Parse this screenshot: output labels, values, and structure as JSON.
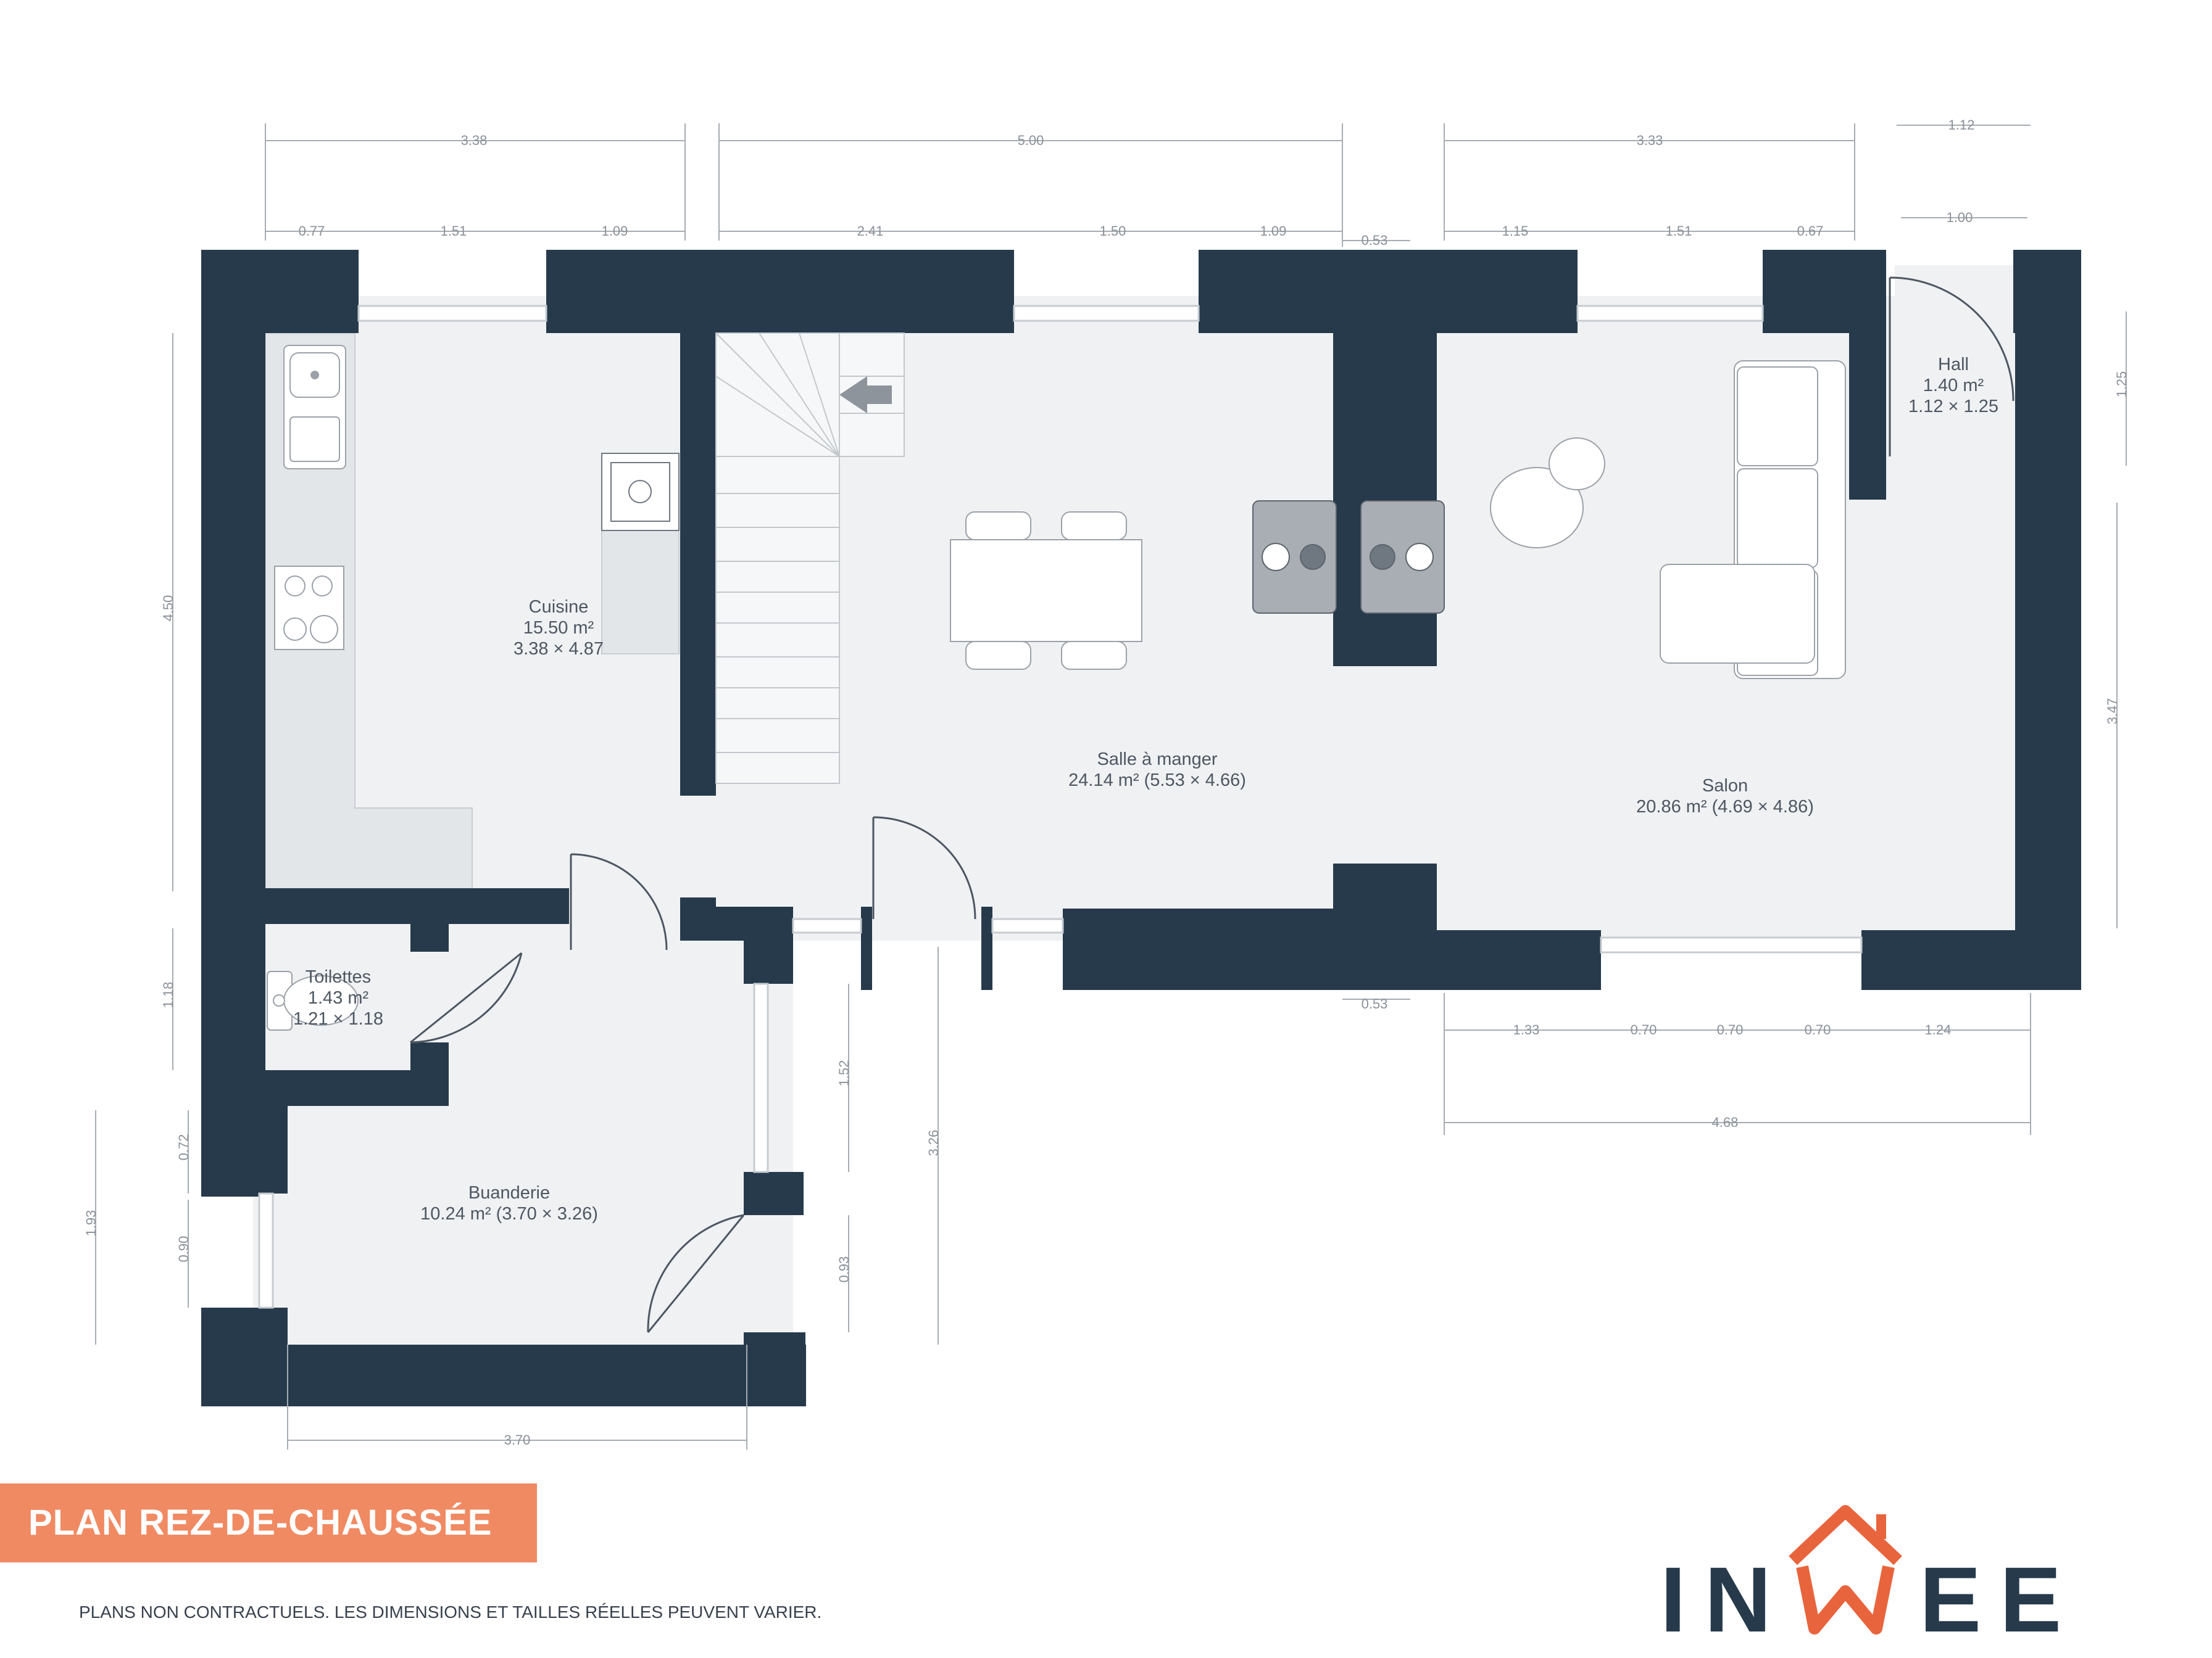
{
  "colors": {
    "wall": "#263a4b",
    "floor": "#f0f1f3",
    "accent": "#f08a63",
    "dimension": "#8a9199",
    "text": "#4d5762",
    "logo_dark": "#263a4b",
    "logo_accent": "#e8643c"
  },
  "rooms": [
    {
      "id": "cuisine",
      "name": "Cuisine",
      "area": "15.50 m²",
      "dims": "3.38 × 4.87"
    },
    {
      "id": "salle",
      "name": "Salle à manger",
      "area": "24.14 m² (5.53 × 4.66)"
    },
    {
      "id": "salon",
      "name": "Salon",
      "area": "20.86 m² (4.69 × 4.86)"
    },
    {
      "id": "hall",
      "name": "Hall",
      "area": "1.40 m²",
      "dims": "1.12 × 1.25"
    },
    {
      "id": "toilettes",
      "name": "Toilettes",
      "area": "1.43 m²",
      "dims": "1.21 × 1.18"
    },
    {
      "id": "buanderie",
      "name": "Buanderie",
      "area": "10.24 m² (3.70 × 3.26)"
    }
  ],
  "dimensions": {
    "top_overall": [
      "3.38",
      "5.00",
      "3.33",
      "1.12"
    ],
    "top_segments": [
      "0.77",
      "1.51",
      "1.09",
      "2.41",
      "1.50",
      "1.09",
      "0.53",
      "1.15",
      "1.51",
      "0.67",
      "1.00"
    ],
    "bottom_segments": [
      "0.53",
      "1.33",
      "0.70",
      "0.70",
      "0.70",
      "1.24"
    ],
    "bottom_overall": "4.68",
    "left": [
      "4.50",
      "1.18",
      "0.72",
      "0.90",
      "1.93"
    ],
    "right": [
      "1.25",
      "3.47"
    ],
    "buanderie_right": [
      "1.52",
      "0.93",
      "3.26"
    ],
    "buanderie_bottom": "3.70"
  },
  "footer": {
    "plan_title": "PLAN REZ-DE-CHAUSSÉE",
    "disclaimer": "PLANS NON CONTRACTUELS. LES DIMENSIONS ET TAILLES RÉELLES PEUVENT VARIER.",
    "brand": "INWEE",
    "brand_left": "IN",
    "brand_right": "EE"
  }
}
